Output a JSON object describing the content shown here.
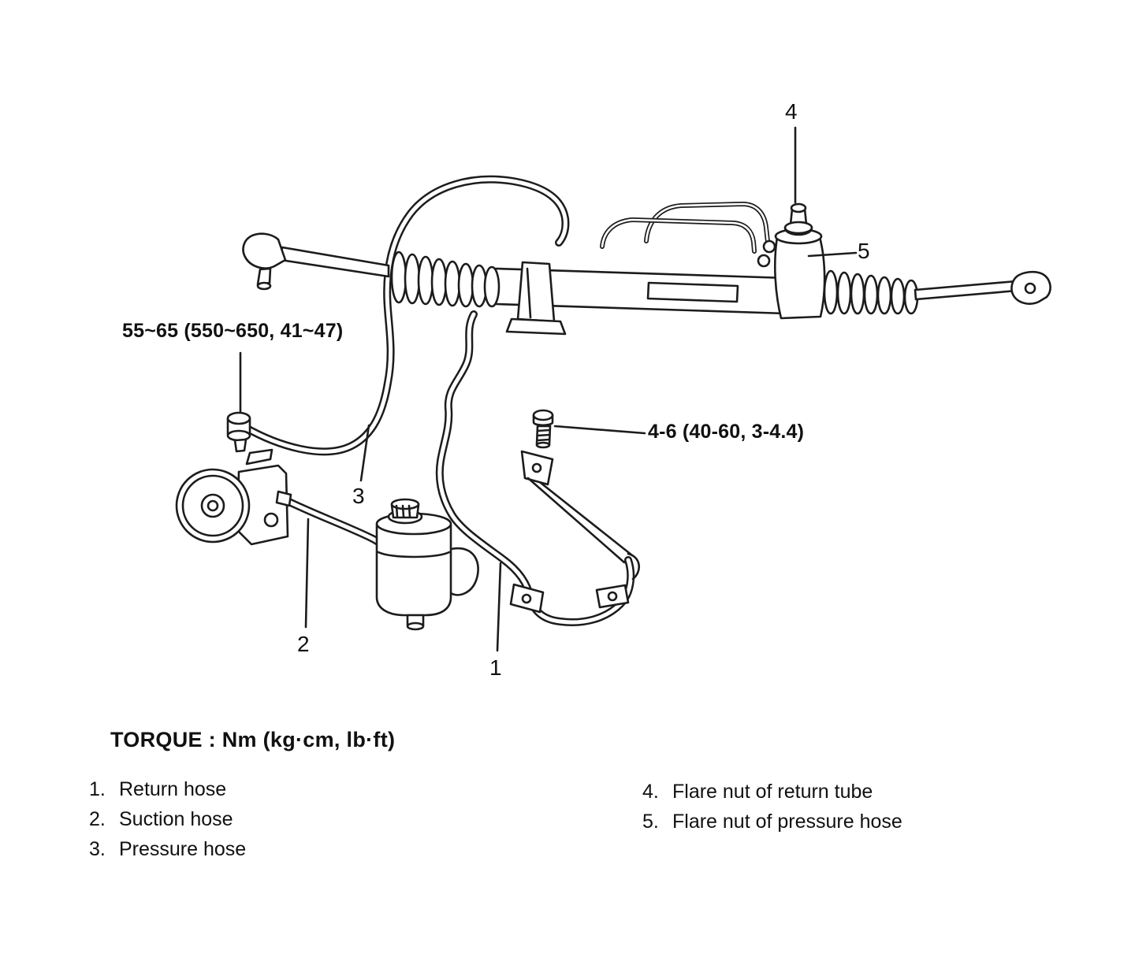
{
  "diagram": {
    "torque_note": "TORQUE : Nm (kg·cm, lb·ft)",
    "torque_labels": {
      "pressure_hose_fitting": "55~65 (550~650, 41~47)",
      "clamp_bolt": "4-6 (40-60, 3-4.4)"
    },
    "callouts": {
      "c1": "1",
      "c2": "2",
      "c3": "3",
      "c4": "4",
      "c5": "5"
    },
    "legend": {
      "items_left": [
        {
          "num": "1.",
          "label": "Return hose"
        },
        {
          "num": "2.",
          "label": "Suction hose"
        },
        {
          "num": "3.",
          "label": "Pressure hose"
        }
      ],
      "items_right": [
        {
          "num": "4.",
          "label": "Flare nut of return tube"
        },
        {
          "num": "5.",
          "label": "Flare nut of pressure hose"
        }
      ]
    }
  }
}
